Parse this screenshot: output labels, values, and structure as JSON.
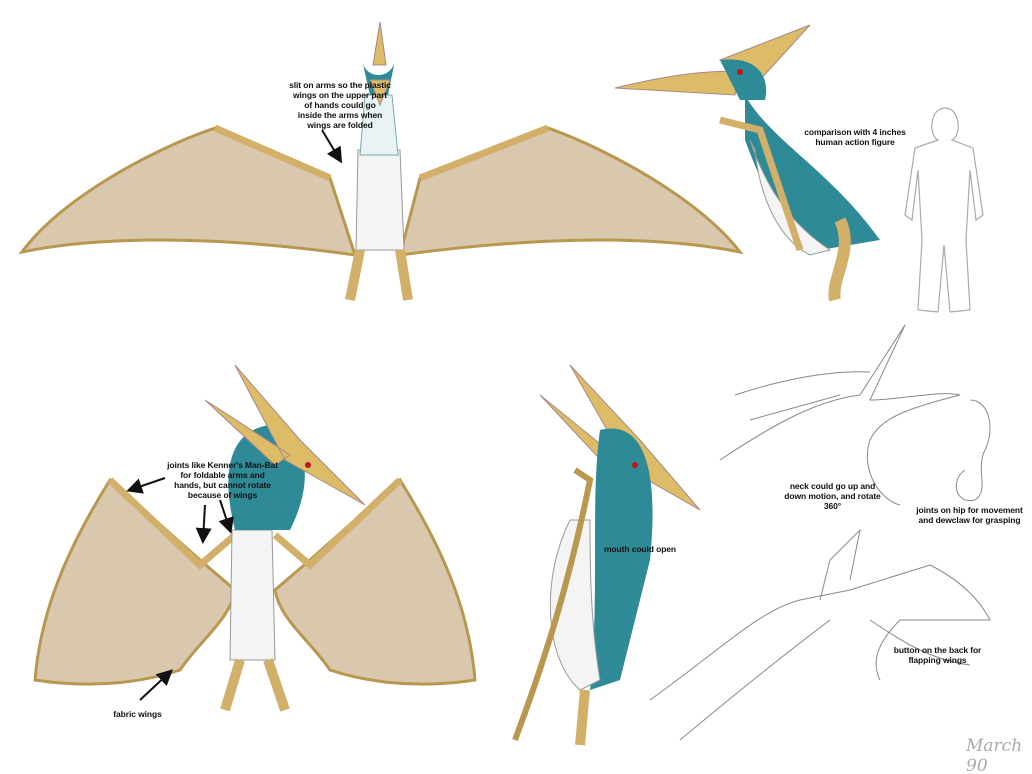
{
  "colors": {
    "wing": "#d9c8ad",
    "wing_edge": "#b8974f",
    "bone": "#d3b06a",
    "head": "#2f8a98",
    "crest": "#dcbc67",
    "body": "#f4f4f4",
    "sketch": "#888888",
    "eye": "#c0151b"
  },
  "annotations": {
    "slit": [
      "slit on arms so the plastic",
      "wings on the upper part",
      "of hands could go",
      "inside the arms when",
      "wings are folded"
    ],
    "comparison": [
      "comparison with 4 inches",
      "human action figure"
    ],
    "joints": [
      "joints like Kenner's Man-Bat",
      "for foldable arms and",
      "hands, but cannot rotate",
      "because of wings"
    ],
    "mouth": [
      "mouth could open"
    ],
    "neck": [
      "neck could go up and",
      "down motion, and rotate",
      "360°"
    ],
    "hip": [
      "joints on hip for movement",
      "and dewclaw for grasping"
    ],
    "button": [
      "button on the back for",
      "flapping wings"
    ],
    "fabric": [
      "fabric wings"
    ]
  },
  "signature": "March 90"
}
